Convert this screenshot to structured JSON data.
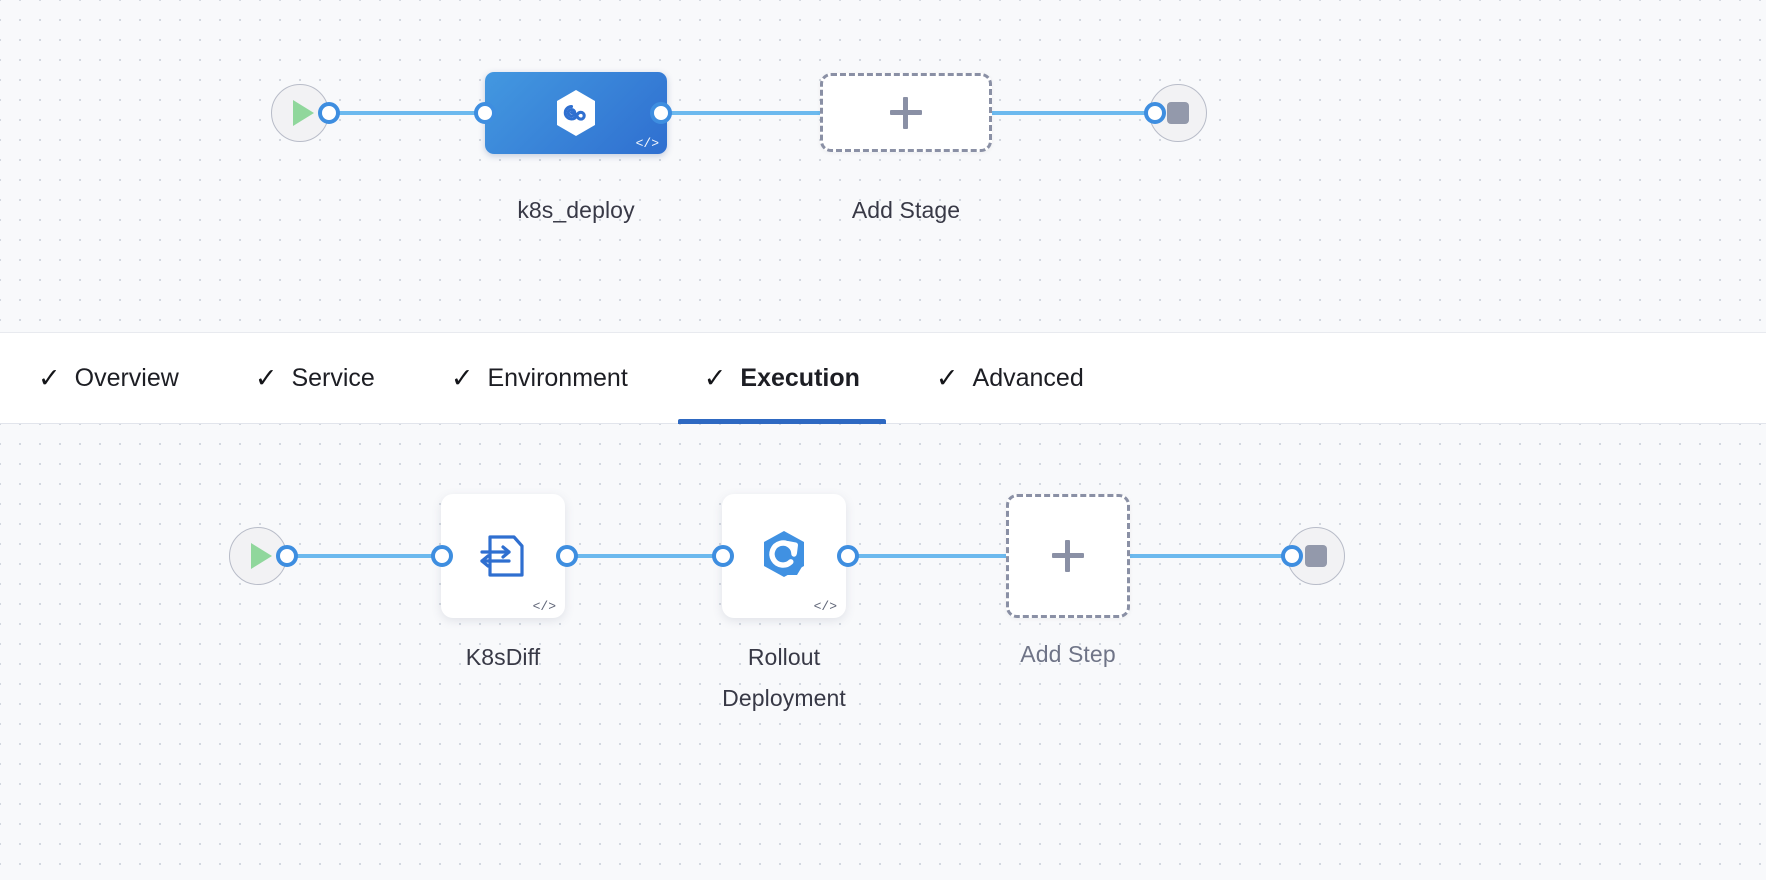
{
  "stage_graph": {
    "start_node": {
      "name": "pipeline-start",
      "icon": "play-icon"
    },
    "end_node": {
      "name": "pipeline-end",
      "icon": "stop-icon"
    },
    "stages": [
      {
        "label": "k8s_deploy",
        "icon": "kubernetes-hexagon-icon",
        "code_badge": "</>",
        "selected": true
      }
    ],
    "add_stage": {
      "label": "Add Stage",
      "icon": "plus-icon"
    }
  },
  "tabs": [
    {
      "label": "Overview",
      "check": "✓",
      "active": false
    },
    {
      "label": "Service",
      "check": "✓",
      "active": false
    },
    {
      "label": "Environment",
      "check": "✓",
      "active": false
    },
    {
      "label": "Execution",
      "check": "✓",
      "active": true
    },
    {
      "label": "Advanced",
      "check": "✓",
      "active": false
    }
  ],
  "step_graph": {
    "start_node": {
      "name": "execution-start",
      "icon": "play-icon"
    },
    "end_node": {
      "name": "execution-end",
      "icon": "stop-icon"
    },
    "steps": [
      {
        "label": "K8sDiff",
        "icon": "document-diff-icon",
        "code_badge": "</>"
      },
      {
        "label": "Rollout\nDeployment",
        "icon": "rollout-hexagon-icon",
        "code_badge": "</>"
      }
    ],
    "add_step": {
      "label": "Add Step",
      "icon": "plus-icon"
    }
  },
  "colors": {
    "accent_blue": "#2e69c2",
    "connector_blue": "#6cb9ee",
    "node_blue": "#3e8ee0",
    "play_green": "#90d79c",
    "stop_grey": "#9399ab",
    "dashed_grey": "#8a90a5",
    "canvas_bg": "#f8f9fb"
  }
}
